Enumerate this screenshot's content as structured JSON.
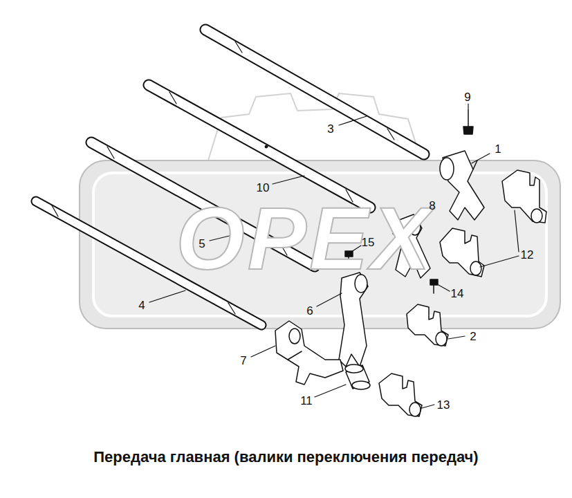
{
  "diagram": {
    "title": "Передача главная (валики переключения передач)",
    "labels": [
      "OPEX",
      "9",
      "1",
      "3",
      "10",
      "8",
      "12",
      "5",
      "15",
      "14",
      "4",
      "6",
      "2",
      "7",
      "11",
      "13"
    ]
  }
}
